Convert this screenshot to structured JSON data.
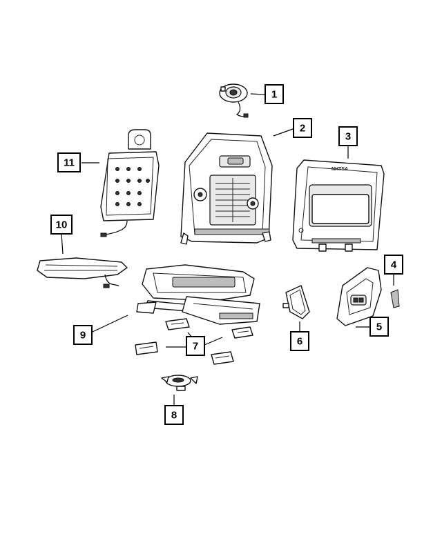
{
  "callouts": [
    {
      "label": "1"
    },
    {
      "label": "2"
    },
    {
      "label": "3"
    },
    {
      "label": "4"
    },
    {
      "label": "5"
    },
    {
      "label": "6"
    },
    {
      "label": "7"
    },
    {
      "label": "8"
    },
    {
      "label": "9"
    },
    {
      "label": "10"
    },
    {
      "label": "11"
    }
  ],
  "artwork_text": "NHTSA"
}
